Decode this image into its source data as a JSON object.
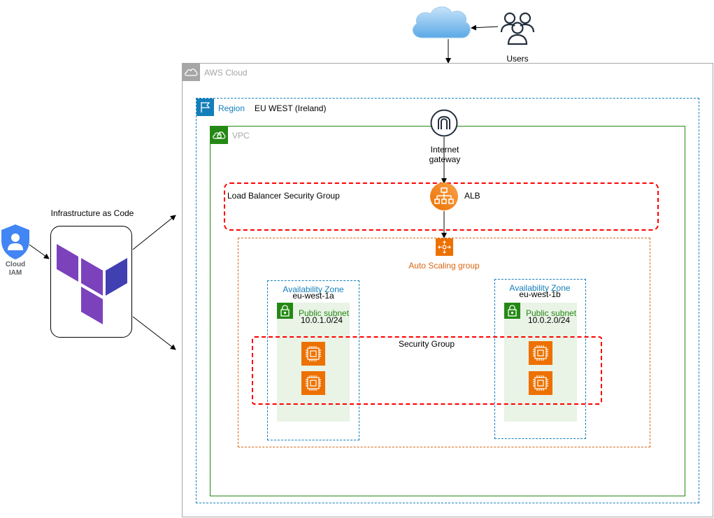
{
  "colors": {
    "aws_cloud_border": "#a6a6a6",
    "region_blue": "#147eba",
    "vpc_green": "#248814",
    "asg_orange": "#d86613",
    "security_group_red": "#ff0000",
    "subnet_fill": "#e9f3e6",
    "terraform_purple": "#7b42bc",
    "alb_orange": "#ed7100",
    "cloud_blue": "#5aa9e6",
    "iam_blue": "#4285f4"
  },
  "users": {
    "label": "Users",
    "icon": "users-icon"
  },
  "internet": {
    "icon": "cloud-icon"
  },
  "aws_cloud": {
    "label": "AWS Cloud",
    "icon": "aws-cloud-icon"
  },
  "region": {
    "label": "Region",
    "name": "EU WEST (Ireland)",
    "icon": "region-flag-icon"
  },
  "vpc": {
    "label": "VPC",
    "icon": "vpc-icon"
  },
  "internet_gateway": {
    "line1": "Internet",
    "line2": "gateway",
    "icon": "internet-gateway-icon"
  },
  "load_balancer_sg": {
    "label": "Load Balancer Security Group"
  },
  "alb": {
    "label": "ALB",
    "icon": "load-balancer-icon"
  },
  "auto_scaling": {
    "label": "Auto Scaling group",
    "icon": "auto-scaling-icon"
  },
  "security_group": {
    "label": "Security Group"
  },
  "zones": [
    {
      "title": "Availability Zone",
      "name": "eu-west-1a",
      "subnet_label": "Public subnet",
      "cidr": "10.0.1.0/24"
    },
    {
      "title": "Availability Zone",
      "name": "eu-west-1b",
      "subnet_label": "Public subnet",
      "cidr": "10.0.2.0/24"
    }
  ],
  "iac": {
    "label": "Infrastructure as Code",
    "icon": "terraform-logo-icon"
  },
  "iam": {
    "line1": "Cloud",
    "line2": "IAM",
    "icon": "cloud-iam-icon"
  }
}
